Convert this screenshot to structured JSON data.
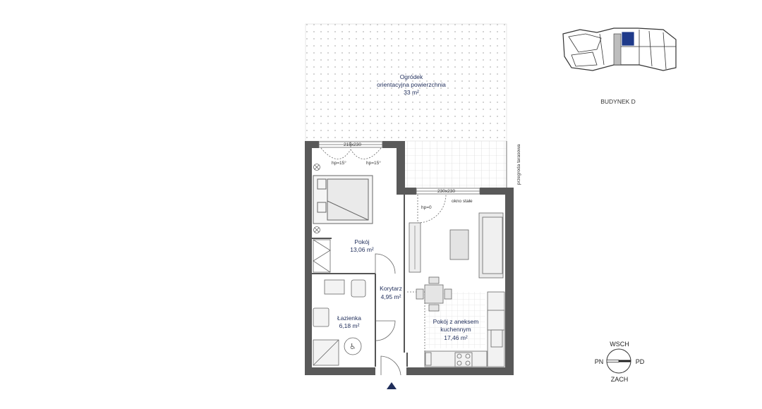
{
  "rooms": {
    "garden": {
      "name": "Ogródek",
      "subtitle": "orientacyjna powierzchnia",
      "area": "33 m²"
    },
    "pokoj": {
      "name": "Pokój",
      "area": "13,06 m²"
    },
    "korytarz": {
      "name": "Korytarz",
      "area": "4,95 m²"
    },
    "lazienka": {
      "name": "Łazienka",
      "area": "6,18 m²"
    },
    "pokoj_aneks": {
      "name_line1": "Pokój z aneksem",
      "name_line2": "kuchennym",
      "area": "17,46 m²"
    }
  },
  "annotations": {
    "window_top": "215x230",
    "hp_left": "hp=15°",
    "hp_right": "hp=15°",
    "window_mid": "230x230",
    "hp_zero": "hp=0",
    "okno_stale": "okno stałe",
    "przegroda": "przegroda tarasowa"
  },
  "building": {
    "label": "BUDYNEK D",
    "highlight_color": "#1f3a8a"
  },
  "compass": {
    "north": "WSCH",
    "south": "ZACH",
    "west": "PN",
    "east": "PD"
  },
  "colors": {
    "wall": "#595959",
    "line": "#555555",
    "accent": "#1f2d5a",
    "dots": "#b5b5b5"
  }
}
